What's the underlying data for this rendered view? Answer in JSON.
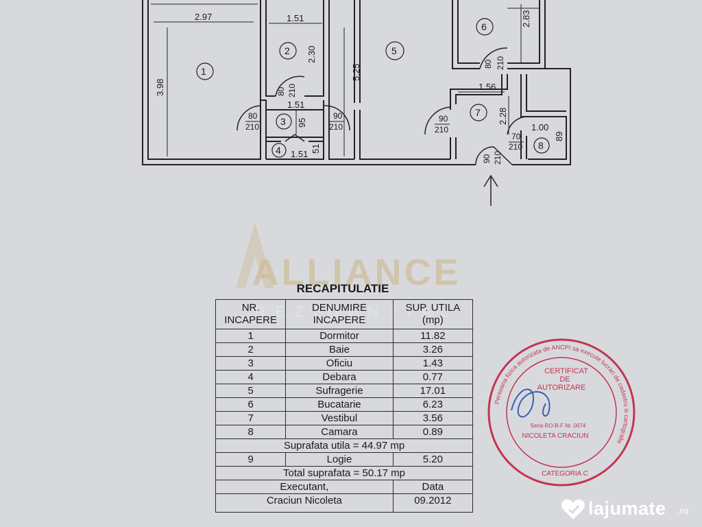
{
  "plan": {
    "dims": {
      "top_left": "2.97",
      "room2_width": "1.51",
      "room2_height": "2.30",
      "room1_height": "3.98",
      "room5_height": "5.25",
      "room6_height": "2.83",
      "room3_width": "1.51",
      "room3_depth": "95",
      "room4_width": "1.51",
      "room4_depth": "51",
      "room7_width": "1.56",
      "room7_height": "2.28",
      "room8_width": "1.00",
      "room8_depth": "89"
    },
    "doors": [
      {
        "w": "80",
        "h": "210"
      },
      {
        "w": "80",
        "h": "210"
      },
      {
        "w": "90",
        "h": "210"
      },
      {
        "w": "80",
        "h": "210"
      },
      {
        "w": "90",
        "h": "210"
      },
      {
        "w": "70",
        "h": "210"
      },
      {
        "w": "90",
        "h": "210"
      }
    ],
    "room_numbers": [
      "1",
      "2",
      "3",
      "4",
      "5",
      "6",
      "7",
      "8"
    ]
  },
  "watermark": {
    "brand": "ALLIANCE",
    "sub": "REZIDENTIAL"
  },
  "recap": {
    "title": "RECAPITULATIE",
    "headers": {
      "nr": [
        "NR.",
        "INCAPERE"
      ],
      "name": [
        "DENUMIRE",
        "INCAPERE"
      ],
      "area": [
        "SUP. UTILA",
        "(mp)"
      ]
    },
    "rooms": [
      {
        "nr": "1",
        "name": "Dormitor",
        "area": "11.82"
      },
      {
        "nr": "2",
        "name": "Baie",
        "area": "3.26"
      },
      {
        "nr": "3",
        "name": "Oficiu",
        "area": "1.43"
      },
      {
        "nr": "4",
        "name": "Debara",
        "area": "0.77"
      },
      {
        "nr": "5",
        "name": "Sufragerie",
        "area": "17.01"
      },
      {
        "nr": "6",
        "name": "Bucatarie",
        "area": "6.23"
      },
      {
        "nr": "7",
        "name": "Vestibul",
        "area": "3.56"
      },
      {
        "nr": "8",
        "name": "Camara",
        "area": "0.89"
      }
    ],
    "useful_total": "Suprafata utila =   44.97 mp",
    "loggia": {
      "nr": "9",
      "name": "Logie",
      "area": "5.20"
    },
    "grand_total": "Total suprafata = 50.17 mp",
    "executant_label": "Executant,",
    "date_label": "Data",
    "executant_name": "Craciun Nicoleta",
    "date_value": "09.2012"
  },
  "stamp": {
    "lines": [
      "CERTIFICAT",
      "DE",
      "AUTORIZARE"
    ],
    "serie": "Seria RO-B-F Nr. 0074",
    "name": "NICOLETA CRACIUN",
    "category": "CATEGORIA C"
  },
  "site": {
    "name": "lajumate",
    "tld": ".ro"
  },
  "colors": {
    "stamp": "#c2354f",
    "signature": "#3a5fb0",
    "watermark": "#cbb482"
  }
}
